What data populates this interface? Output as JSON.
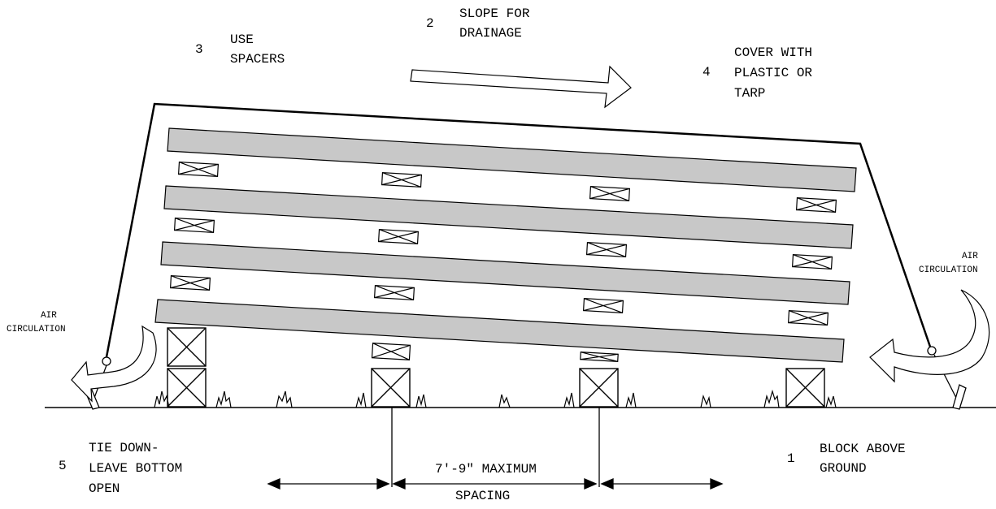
{
  "labels": {
    "slope": {
      "number": "2",
      "line1": "SLOPE FOR",
      "line2": "DRAINAGE"
    },
    "spacers": {
      "number": "3",
      "line1": "USE",
      "line2": "SPACERS"
    },
    "cover": {
      "number": "4",
      "line1": "COVER WITH",
      "line2": "PLASTIC OR",
      "line3": "TARP"
    },
    "tie": {
      "number": "5",
      "line1": "TIE DOWN-",
      "line2": "LEAVE BOTTOM",
      "line3": "OPEN"
    },
    "block": {
      "number": "1",
      "line1": "BLOCK ABOVE",
      "line2": "GROUND"
    },
    "spacing": {
      "line1": "7'-9\" MAXIMUM",
      "line2": "SPACING"
    },
    "air_left": {
      "line1": "AIR",
      "line2": "CIRCULATION"
    },
    "air_right": {
      "line1": "AIR",
      "line2": "CIRCULATION"
    }
  },
  "colors": {
    "board_fill": "#c8c8c8",
    "stroke": "#000000",
    "background": "#ffffff"
  },
  "diagram": {
    "board_layers": 4,
    "spacer_rows": 4,
    "support_blocks": 4
  }
}
